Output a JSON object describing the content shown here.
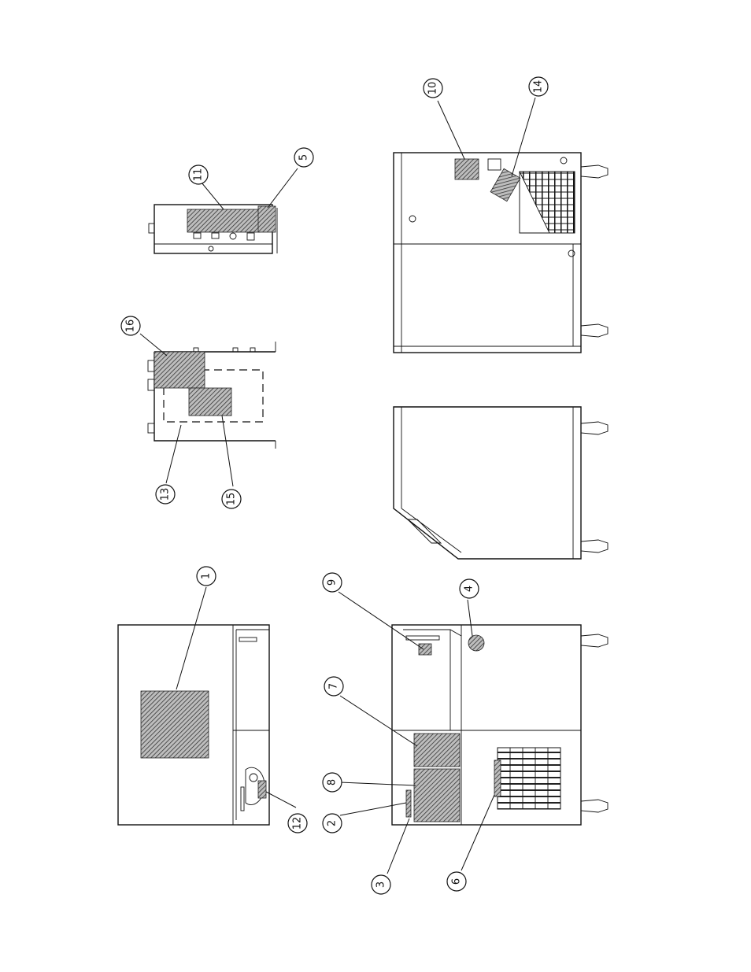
{
  "callouts": [
    {
      "id": "c1",
      "label": "1"
    },
    {
      "id": "c2",
      "label": "2"
    },
    {
      "id": "c3",
      "label": "3"
    },
    {
      "id": "c4",
      "label": "4"
    },
    {
      "id": "c5",
      "label": "5"
    },
    {
      "id": "c6",
      "label": "6"
    },
    {
      "id": "c7",
      "label": "7"
    },
    {
      "id": "c8",
      "label": "8"
    },
    {
      "id": "c9",
      "label": "9"
    },
    {
      "id": "c10",
      "label": "10"
    },
    {
      "id": "c11",
      "label": "11"
    },
    {
      "id": "c12",
      "label": "12"
    },
    {
      "id": "c13",
      "label": "13"
    },
    {
      "id": "c14",
      "label": "14"
    },
    {
      "id": "c15",
      "label": "15"
    },
    {
      "id": "c16",
      "label": "16"
    }
  ],
  "colors": {
    "line": "#111111",
    "hatch": "#444444",
    "paper": "#ffffff"
  }
}
